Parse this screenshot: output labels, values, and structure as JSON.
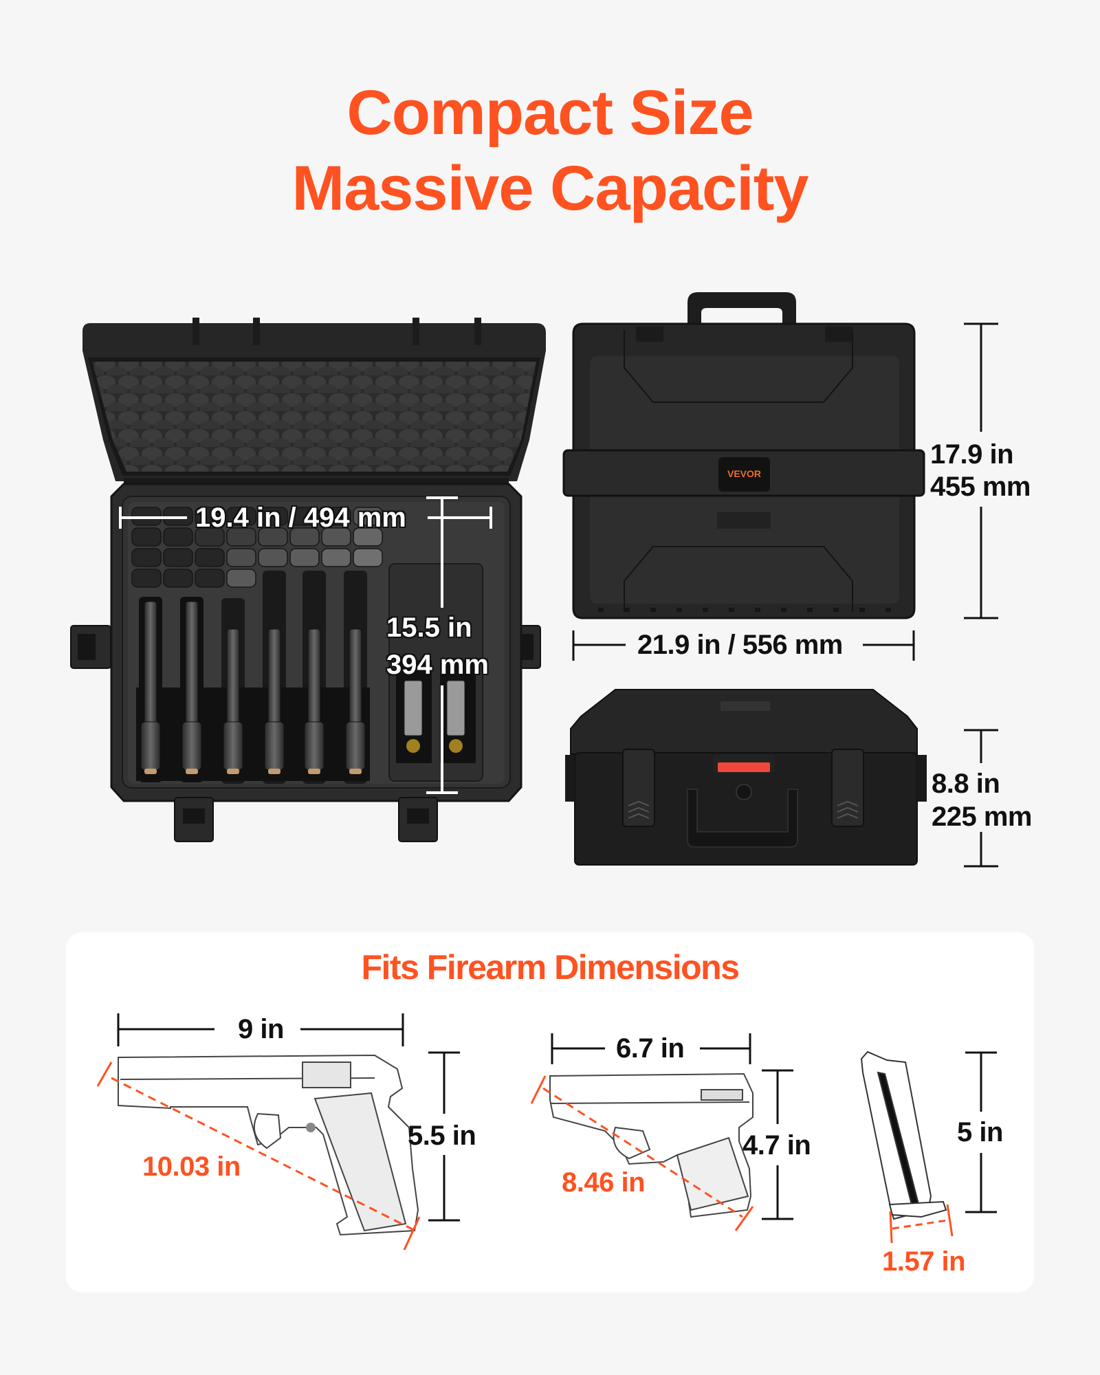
{
  "header": {
    "title_line1": "Compact Size",
    "title_line2": "Massive Capacity"
  },
  "colors": {
    "accent": "#fe5221",
    "background": "#f6f6f6",
    "panel": "#ffffff",
    "case": "#232323",
    "text_dark": "#111111"
  },
  "open_case": {
    "width_label": "19.4 in / 494 mm",
    "depth_label_in": "15.5 in",
    "depth_label_mm": "394 mm",
    "pistol_count": 6,
    "magazine_pockets": 2
  },
  "closed_case_top": {
    "brand": "VEVOR",
    "height_label_in": "17.9 in",
    "height_label_mm": "455 mm",
    "width_label": "21.9 in / 556 mm"
  },
  "closed_case_front": {
    "depth_label_in": "8.8 in",
    "depth_label_mm": "225 mm"
  },
  "firearm_panel": {
    "title": "Fits Firearm Dimensions",
    "items": [
      {
        "name": "full-size pistol",
        "length": "9 in",
        "height": "5.5 in",
        "diagonal": "10.03 in"
      },
      {
        "name": "compact pistol",
        "length": "6.7 in",
        "height": "4.7 in",
        "diagonal": "8.46 in"
      },
      {
        "name": "magazine",
        "height": "5 in",
        "width": "1.57 in"
      }
    ]
  }
}
